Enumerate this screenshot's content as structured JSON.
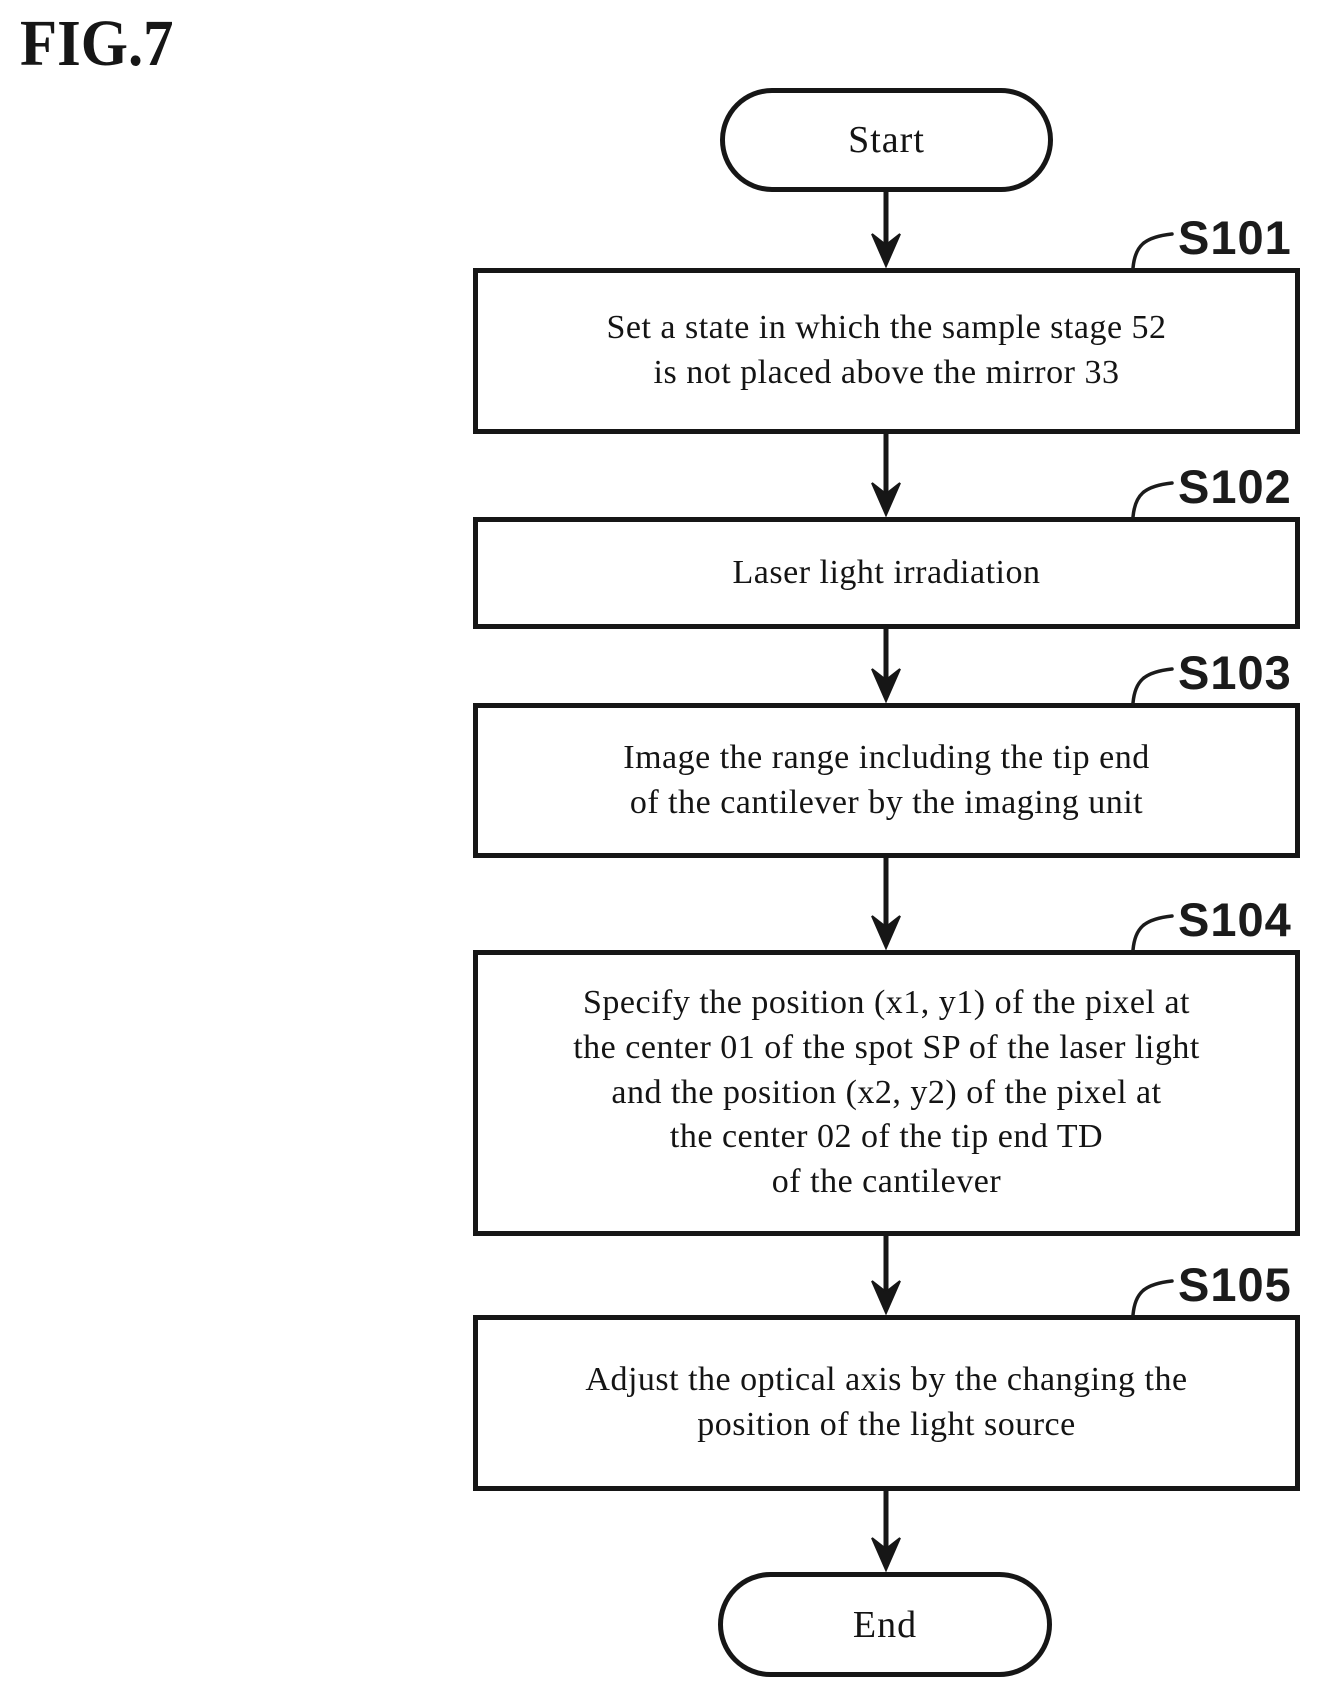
{
  "figure": {
    "title": "FIG.7"
  },
  "flowchart": {
    "start_label": "Start",
    "end_label": "End",
    "steps": [
      {
        "id": "S101",
        "lines": [
          "Set a state in which the sample stage 52",
          "is not placed above the mirror 33"
        ]
      },
      {
        "id": "S102",
        "lines": [
          "Laser light irradiation"
        ]
      },
      {
        "id": "S103",
        "lines": [
          "Image the range including the tip end",
          "of the cantilever by the imaging unit"
        ]
      },
      {
        "id": "S104",
        "lines": [
          "Specify the position (x1, y1) of the pixel at",
          "the center 01 of the spot SP of the laser light",
          "and the position (x2, y2) of the pixel at",
          "the center 02 of the tip end TD",
          "of the cantilever"
        ]
      },
      {
        "id": "S105",
        "lines": [
          "Adjust the optical axis by the changing the",
          "position of the light source"
        ]
      }
    ],
    "colors": {
      "ink": "#161616",
      "background": "#ffffff"
    }
  }
}
